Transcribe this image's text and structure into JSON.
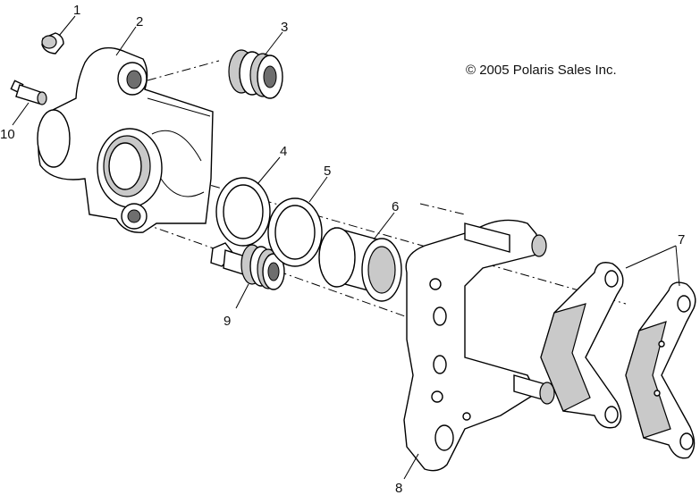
{
  "copyright": "© 2005 Polaris Sales Inc.",
  "callouts": {
    "p1": "1",
    "p2": "2",
    "p3": "3",
    "p4": "4",
    "p5": "5",
    "p6": "6",
    "p7": "7",
    "p8": "8",
    "p9": "9",
    "p10": "10"
  }
}
